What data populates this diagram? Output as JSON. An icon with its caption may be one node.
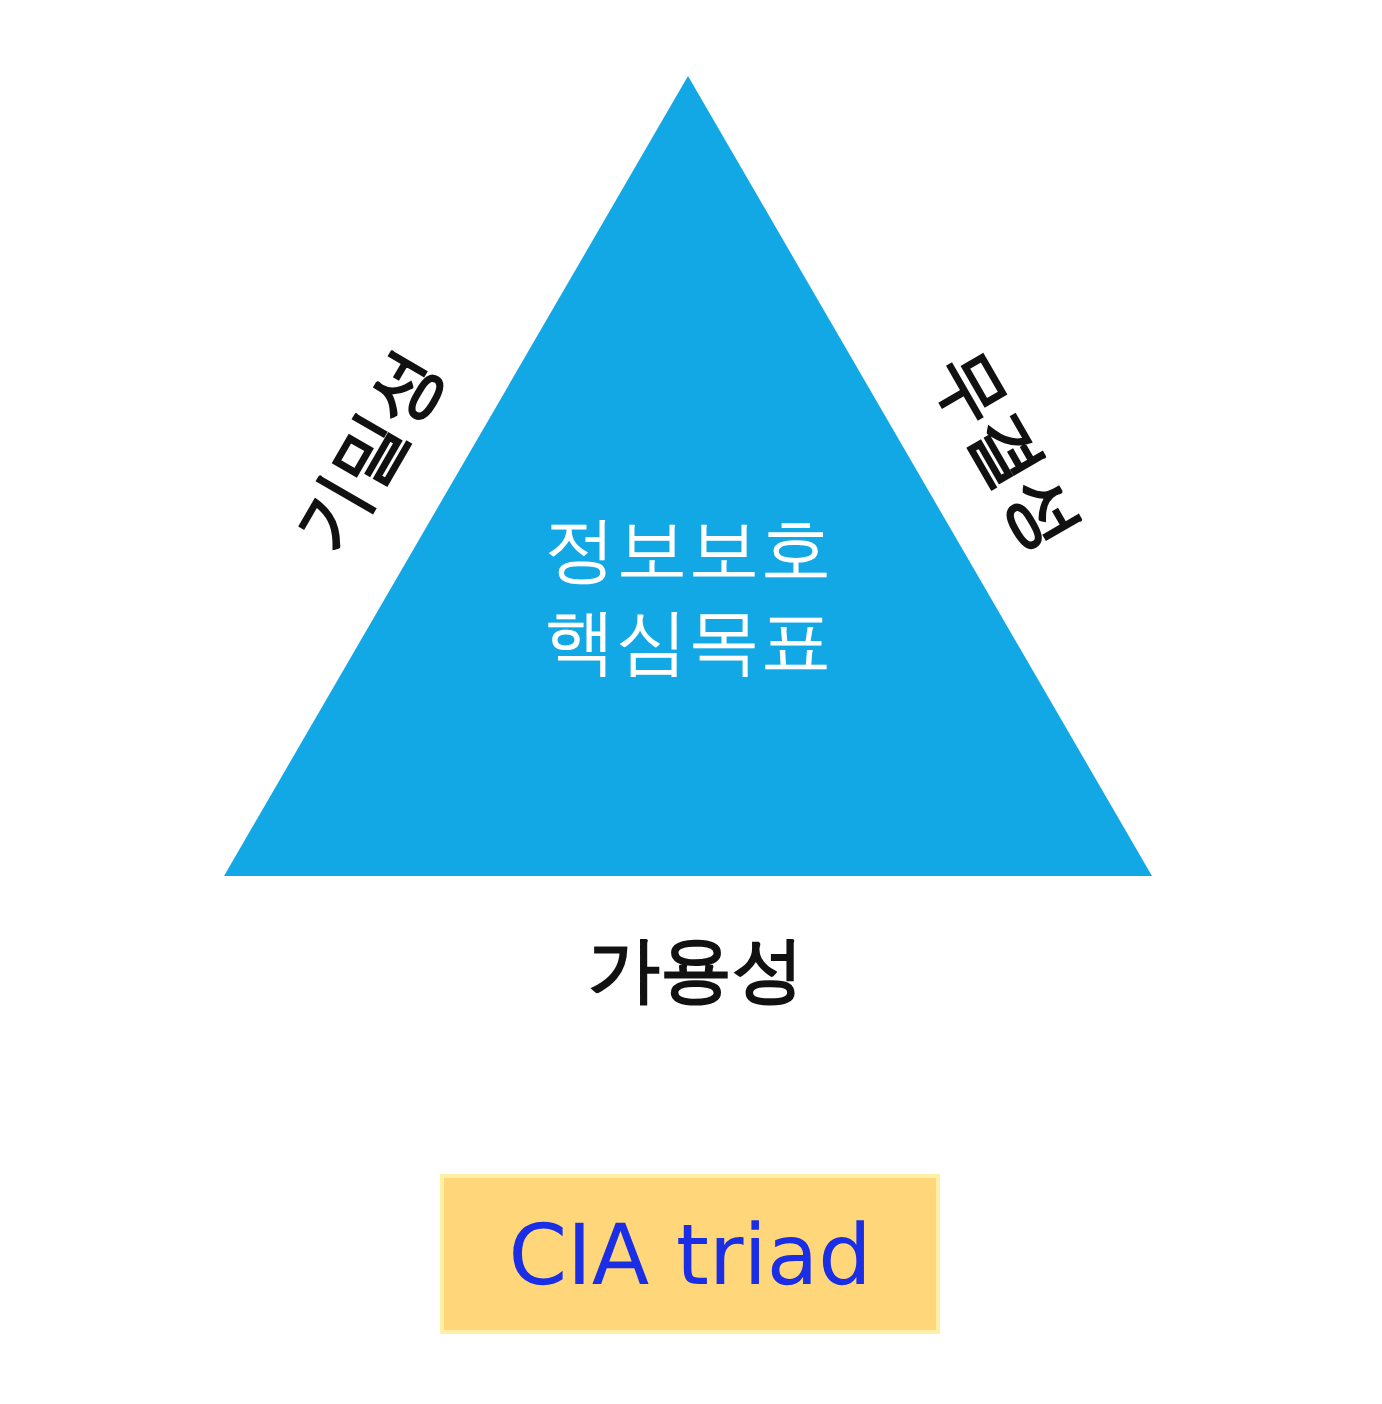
{
  "diagram": {
    "nodes": [
      {
        "text": [
          "정보보호 핵심목표"
        ],
        "beside": [
          "기밀성",
          "무결성",
          "가용성"
        ]
      },
      {
        "text": [
          "CIA triad"
        ]
      }
    ]
  }
}
